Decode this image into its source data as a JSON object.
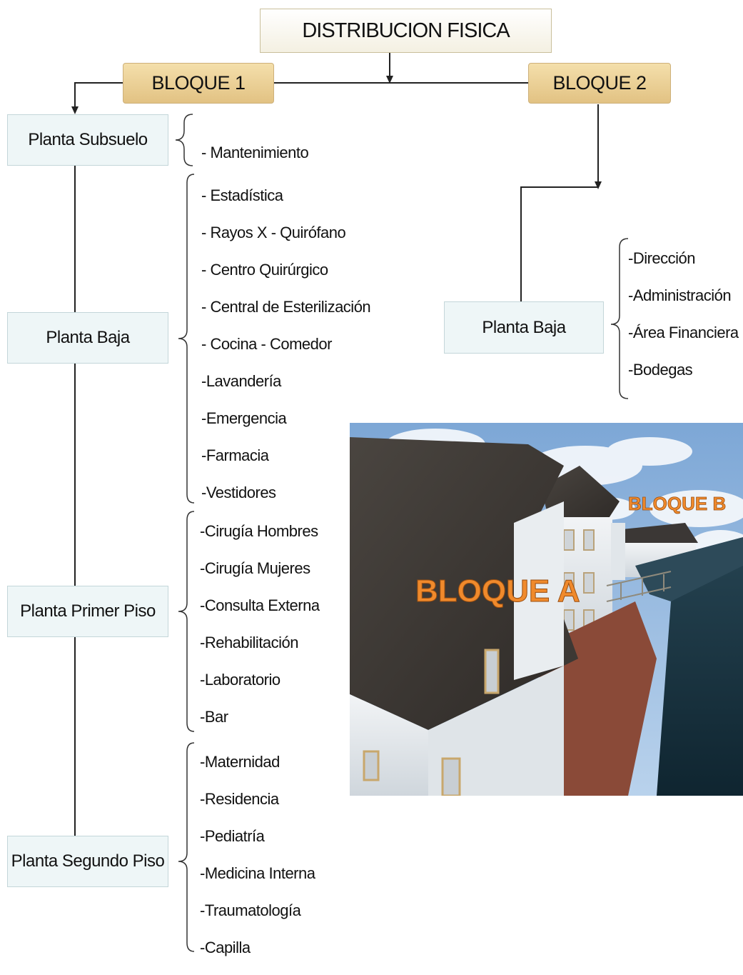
{
  "title": "DISTRIBUCION FISICA",
  "bloque1": {
    "label": "BLOQUE 1",
    "plantas": [
      {
        "label": "Planta Subsuelo",
        "items": [
          "- Mantenimiento"
        ]
      },
      {
        "label": "Planta Baja",
        "items": [
          "- Estadística",
          "- Rayos X - Quirófano",
          "- Centro Quirúrgico",
          "- Central de Esterilización",
          "- Cocina - Comedor",
          "-Lavandería",
          "-Emergencia",
          "-Farmacia",
          "-Vestidores"
        ]
      },
      {
        "label": "Planta Primer Piso",
        "items": [
          "-Cirugía Hombres",
          "-Cirugía Mujeres",
          "-Consulta Externa",
          "-Rehabilitación",
          "-Laboratorio",
          "-Bar"
        ]
      },
      {
        "label": "Planta Segundo Piso",
        "items": [
          "-Maternidad",
          "-Residencia",
          "-Pediatría",
          "-Medicina Interna",
          "-Traumatología",
          "-Capilla"
        ]
      }
    ]
  },
  "bloque2": {
    "label": "BLOQUE 2",
    "plantas": [
      {
        "label": "Planta Baja",
        "items": [
          "-Dirección",
          "-Administración",
          "-Área Financiera",
          "-Bodegas"
        ]
      }
    ]
  },
  "image": {
    "label_a": "BLOQUE A",
    "label_b": "BLOQUE B"
  },
  "colors": {
    "bloque_fill": "#e8cd92",
    "planta_fill": "#eef6f7",
    "image_label": "#f08a2c",
    "connector": "#222222"
  }
}
